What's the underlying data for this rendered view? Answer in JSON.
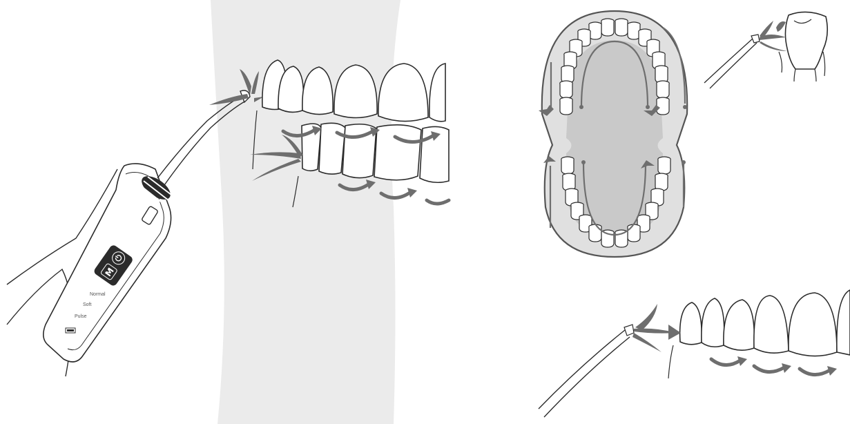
{
  "device": {
    "power_symbol": "⏻",
    "mode_button_label": "M",
    "modes": [
      "Normal",
      "Soft",
      "Pulse"
    ]
  },
  "colors": {
    "line": "#2b2b2b",
    "jet": "#6e6e6e",
    "arrow": "#6e6e6e",
    "band": "#ebebeb",
    "palate": "#c9c9c9",
    "arch": "#e0e0e0"
  },
  "icons": {
    "water_jet": "splash-icon",
    "direction_arrow": "curved-arrow-icon",
    "battery": "battery-icon"
  }
}
